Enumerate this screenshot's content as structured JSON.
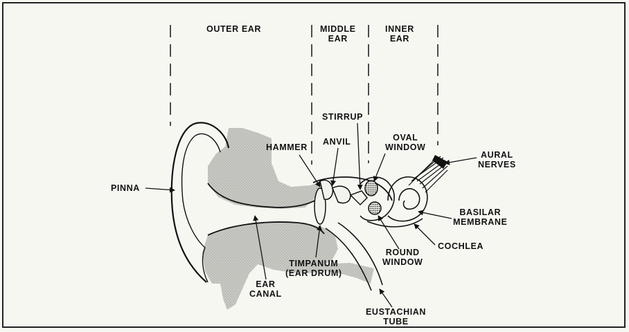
{
  "regions": {
    "outer_ear": "OUTER EAR",
    "middle_ear": [
      "MIDDLE",
      "EAR"
    ],
    "inner_ear": [
      "INNER",
      "EAR"
    ]
  },
  "labels": {
    "pinna": "PINNA",
    "hammer": "HAMMER",
    "anvil": "ANVIL",
    "stirrup": "STIRRUP",
    "oval_window": [
      "OVAL",
      "WINDOW"
    ],
    "aural_nerves": [
      "AURAL",
      "NERVES"
    ],
    "basilar_membrane": [
      "BASILAR",
      "MEMBRANE"
    ],
    "cochlea": "COCHLEA",
    "round_window": [
      "ROUND",
      "WINDOW"
    ],
    "timpanum": [
      "TIMPANUM",
      "(EAR DRUM)"
    ],
    "ear_canal": [
      "EAR",
      "CANAL"
    ],
    "eustachian_tube": [
      "EUSTACHIAN",
      "TUBE"
    ]
  }
}
